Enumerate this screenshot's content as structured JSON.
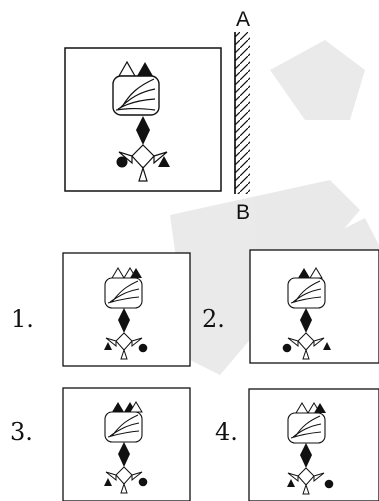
{
  "question": {
    "mirror": {
      "label_top": "A",
      "label_bottom": "B"
    }
  },
  "options": [
    {
      "number": "1.",
      "variant": "mirror-bottom-swapped"
    },
    {
      "number": "2.",
      "variant": "original-mirrored-top"
    },
    {
      "number": "3.",
      "variant": "black-first"
    },
    {
      "number": "4.",
      "variant": "white-top-swapped-bottom"
    }
  ],
  "colors": {
    "ink": "#111111",
    "watermark": "#d8d8d8",
    "background": "#ffffff"
  }
}
